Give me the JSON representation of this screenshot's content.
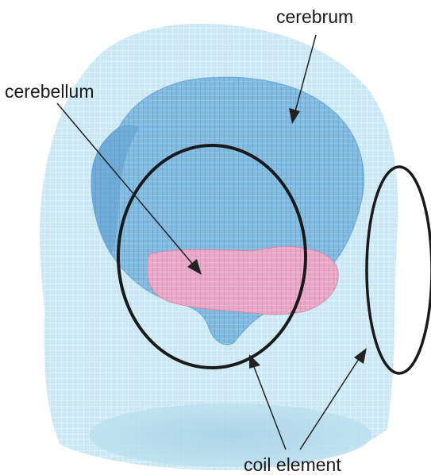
{
  "labels": {
    "cerebrum": "cerebrum",
    "cerebellum": "cerebellum",
    "coil_element": "coil element"
  },
  "colors": {
    "head": "#bfe3f2",
    "brain": "#7fb6db",
    "cerebellum": "#e9a6c4",
    "coil": "#1a1a1a",
    "arrow": "#222222"
  }
}
